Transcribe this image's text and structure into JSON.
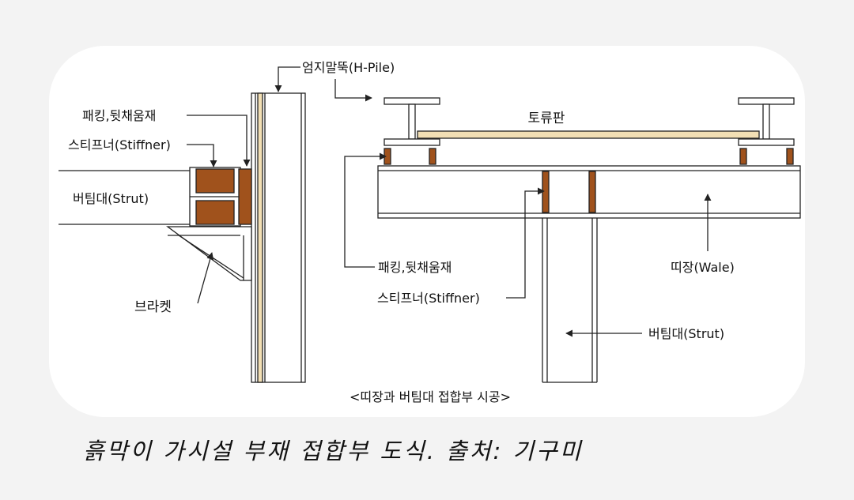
{
  "figure": {
    "labels": {
      "h_pile": "엄지말뚝(H-Pile)",
      "lagging": "토류판",
      "packing_left": "패킹,뒷채움재",
      "stiffener_left": "스티프너(Stiffner)",
      "strut_left": "버팀대(Strut)",
      "bracket": "브라켓",
      "packing_right": "패킹,뒷채움재",
      "stiffener_right": "스티프너(Stiffner)",
      "wale": "띠장(Wale)",
      "strut_right": "버팀대(Strut)"
    },
    "subtitle": "<띠장과 버팀대 접합부 시공>",
    "caption": "흙막이 가시설 부재 접합부 도식. 출처: 기구미",
    "colors": {
      "packing": "#a0521c",
      "lagging": "#f2dfb4",
      "line": "#222222",
      "page_background": "#f3f3f3",
      "panel_background": "#ffffff"
    }
  }
}
